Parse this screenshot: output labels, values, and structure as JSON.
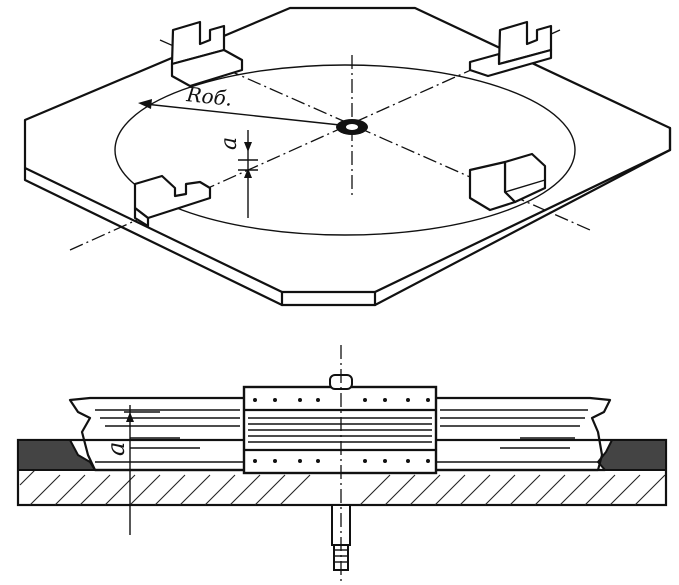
{
  "diagram": {
    "top_view": {
      "radius_label": "Rоб.",
      "offset_label": "a"
    },
    "section_view": {
      "offset_label": "a"
    }
  }
}
